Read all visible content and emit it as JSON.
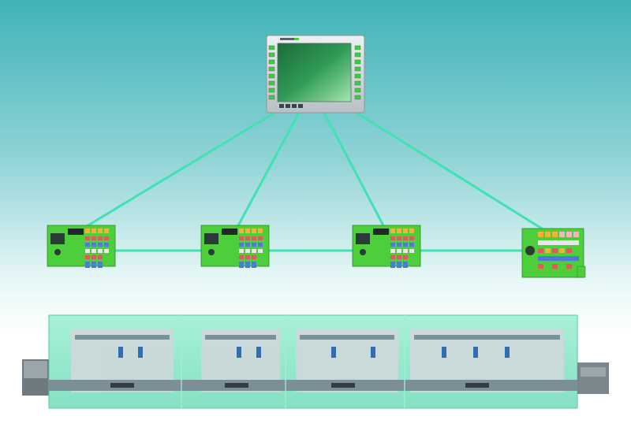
{
  "diagram": {
    "nodes": [
      {
        "id": "hmi",
        "kind": "operator-panel",
        "icon": "touch-panel-icon"
      },
      {
        "id": "plc-1",
        "kind": "controller",
        "icon": "plc-module-icon"
      },
      {
        "id": "plc-2",
        "kind": "controller",
        "icon": "plc-module-icon"
      },
      {
        "id": "plc-3",
        "kind": "controller",
        "icon": "plc-module-icon"
      },
      {
        "id": "io-4",
        "kind": "io-block",
        "icon": "io-module-icon"
      },
      {
        "id": "machine",
        "kind": "production-line",
        "icon": "assembly-machine-icon"
      }
    ],
    "edges": [
      {
        "from": "hmi",
        "to": "plc-1"
      },
      {
        "from": "hmi",
        "to": "plc-2"
      },
      {
        "from": "hmi",
        "to": "plc-3"
      },
      {
        "from": "hmi",
        "to": "io-4"
      },
      {
        "from": "plc-1",
        "to": "plc-2"
      },
      {
        "from": "plc-2",
        "to": "plc-3"
      },
      {
        "from": "plc-3",
        "to": "io-4"
      }
    ]
  },
  "colors": {
    "background_top": "#3fb5b9",
    "background_bottom": "#ffffff",
    "link": "#3fe0b0",
    "module_green": "#4ccf3a",
    "machine_glass": "#7fe6c4"
  }
}
